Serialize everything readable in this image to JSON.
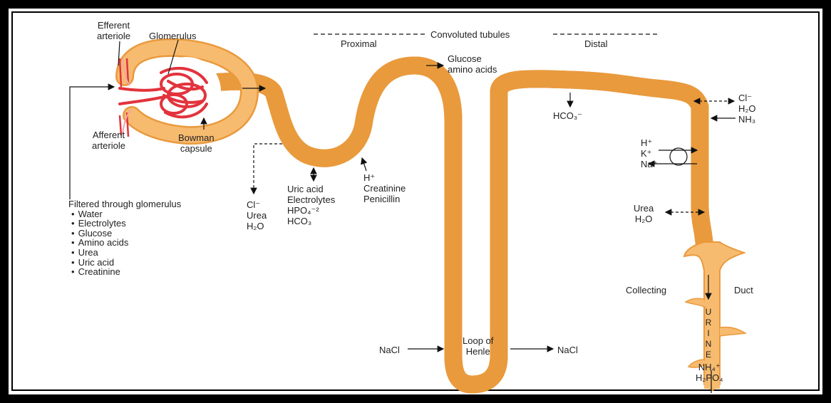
{
  "labels": {
    "efferent_arteriole": [
      "Efferent",
      "arteriole"
    ],
    "glomerulus": "Glomerulus",
    "afferent_arteriole": [
      "Afferent",
      "arteriole"
    ],
    "bowman_capsule": [
      "Bowman",
      "capsule"
    ],
    "convoluted_tubules": "Convoluted tubules",
    "proximal": "Proximal",
    "distal": "Distal",
    "glucose_amino": [
      "Glucose",
      "amino acids"
    ],
    "hco3_distal": "HCO₃⁻",
    "cl_h2o_nh3": [
      "Cl⁻",
      "H₂O",
      "NH₃"
    ],
    "h_k_na": [
      "H⁺",
      "K⁺",
      "Na⁺"
    ],
    "urea_h2o_distal": [
      "Urea",
      "H₂O"
    ],
    "collecting": "Collecting",
    "duct": "Duct",
    "urine_letters": [
      "U",
      "R",
      "I",
      "N",
      "E"
    ],
    "nh4_h2po4": [
      "NH₄⁺",
      "H₂PO₄"
    ],
    "nacl_left": "NaCl",
    "nacl_right": "NaCl",
    "loop_of_henle": [
      "Loop of",
      "Henle"
    ],
    "cl_urea_h2o": [
      "Cl⁻",
      "Urea",
      "H₂O"
    ],
    "uric_group": [
      "Uric acid",
      "Electrolytes",
      "HPO₄⁻²",
      "HCO₃"
    ],
    "h_creatinine": [
      "H⁺",
      "Creatinine",
      "Penicillin"
    ]
  },
  "filtered": {
    "title": "Filtered through glomerulus",
    "items": [
      "Water",
      "Electrolytes",
      "Glucose",
      "Amino acids",
      "Urea",
      "Uric acid",
      "Creatinine"
    ]
  },
  "colors": {
    "tubule": "#f7bb6f",
    "tubule_edge": "#e99a3d",
    "capillary": "#e2333d",
    "frame": "#000000"
  }
}
